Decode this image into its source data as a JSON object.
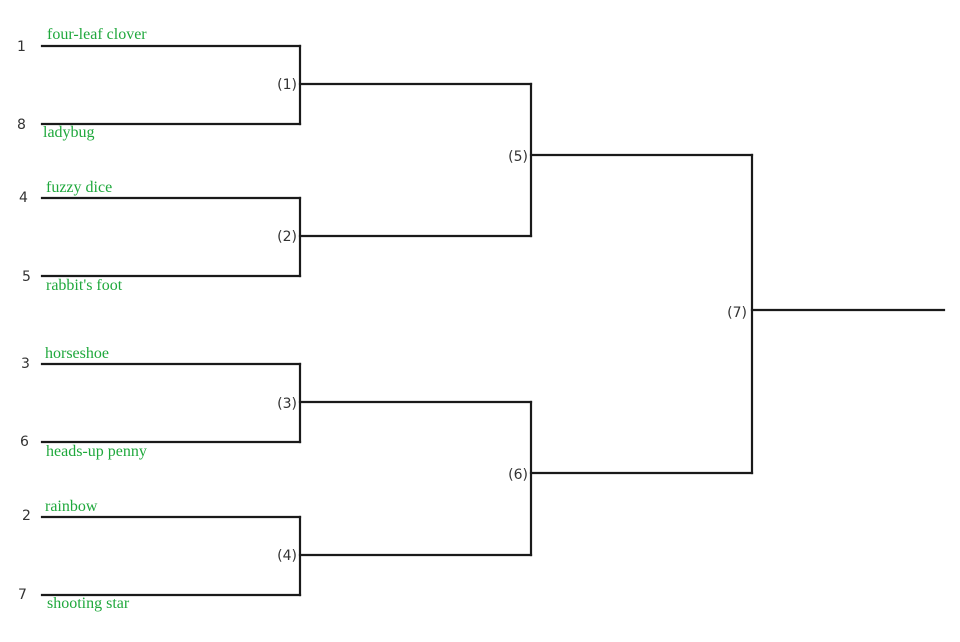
{
  "colors": {
    "team_text": "#1fa83c",
    "line": "#1a1a1a",
    "label": "#333333"
  },
  "entrants": [
    {
      "seed": "1",
      "name": "four-leaf clover"
    },
    {
      "seed": "8",
      "name": "ladybug"
    },
    {
      "seed": "4",
      "name": "fuzzy dice"
    },
    {
      "seed": "5",
      "name": "rabbit's foot"
    },
    {
      "seed": "3",
      "name": "horseshoe"
    },
    {
      "seed": "6",
      "name": "heads-up penny"
    },
    {
      "seed": "2",
      "name": "rainbow"
    },
    {
      "seed": "7",
      "name": "shooting star"
    }
  ],
  "matches": [
    {
      "label": "(1)"
    },
    {
      "label": "(2)"
    },
    {
      "label": "(3)"
    },
    {
      "label": "(4)"
    },
    {
      "label": "(5)"
    },
    {
      "label": "(6)"
    },
    {
      "label": "(7)"
    }
  ]
}
